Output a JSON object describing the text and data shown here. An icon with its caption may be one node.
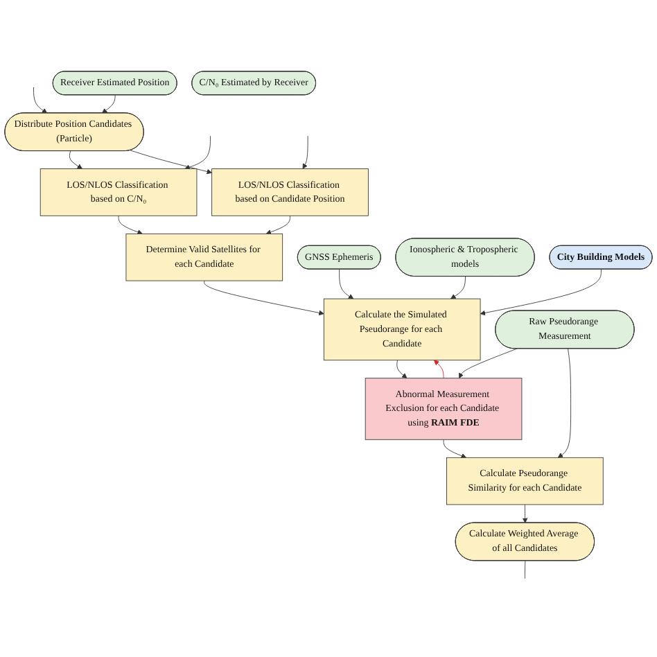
{
  "diagram": {
    "nodes": [
      {
        "text": [
          "Distribute Position Candidates (Particle)"
        ]
      },
      {
        "text": [
          "Receiver Estimated Position"
        ]
      },
      {
        "text": [
          "LOS/NLOS Classification based on C/N₀"
        ]
      },
      {
        "text": [
          "LOS/NLOS Classification based on Candidate Position"
        ]
      },
      {
        "text": [
          "C/N₀ Estimated by Receiver"
        ]
      },
      {
        "text": [
          "Determine Valid Satellites for each Candidate"
        ]
      },
      {
        "text": [
          "GNSS Ephemeris"
        ]
      },
      {
        "text": [
          "Ionospheric & Tropospheric models"
        ]
      },
      {
        "text": [
          "Calculate the Simulated Pseudorange for each Candidate"
        ]
      },
      {
        "text": [
          "City Building Models"
        ]
      },
      {
        "text": [
          "Raw Pseudorange Measurement"
        ]
      },
      {
        "text": [
          "Abnormal Measurement Exclusion for each Candidate using **RAIM FDE**"
        ]
      },
      {
        "text": [
          "Calculate Pseudorange Similarity for each Candidate"
        ]
      },
      {
        "text": [
          "Calculate Weighted Average of all Candidates"
        ]
      }
    ],
    "edges": [
      {
        "from": null,
        "to": 0,
        "arrow": "to"
      },
      {
        "from": 1,
        "to": 0,
        "arrow": "to"
      },
      {
        "from": 0,
        "to": 2,
        "arrow": "to"
      },
      {
        "from": 0,
        "to": 3,
        "arrow": "to"
      },
      {
        "from": null,
        "to": 2,
        "arrow": "to"
      },
      {
        "from": null,
        "to": 3,
        "arrow": "to"
      },
      {
        "from": 2,
        "to": 5,
        "arrow": "to"
      },
      {
        "from": 3,
        "to": 5,
        "arrow": "to"
      },
      {
        "from": 5,
        "to": 8,
        "arrow": "to"
      },
      {
        "from": 6,
        "to": 8,
        "arrow": "to"
      },
      {
        "from": 9,
        "to": 8,
        "arrow": "to"
      },
      {
        "from": 7,
        "to": 8,
        "arrow": "to"
      },
      {
        "from": 8,
        "to": 11,
        "arrow": "to"
      },
      {
        "from": 11,
        "to": 8,
        "arrow": "to",
        "color": "#e02020"
      },
      {
        "from": 10,
        "to": 11,
        "arrow": "to"
      },
      {
        "from": 10,
        "to": 12,
        "arrow": "to"
      },
      {
        "from": 11,
        "to": 12,
        "arrow": "to"
      },
      {
        "from": 12,
        "to": 13,
        "arrow": "to"
      },
      {
        "from": 13,
        "to": null,
        "arrow": "none"
      }
    ]
  }
}
